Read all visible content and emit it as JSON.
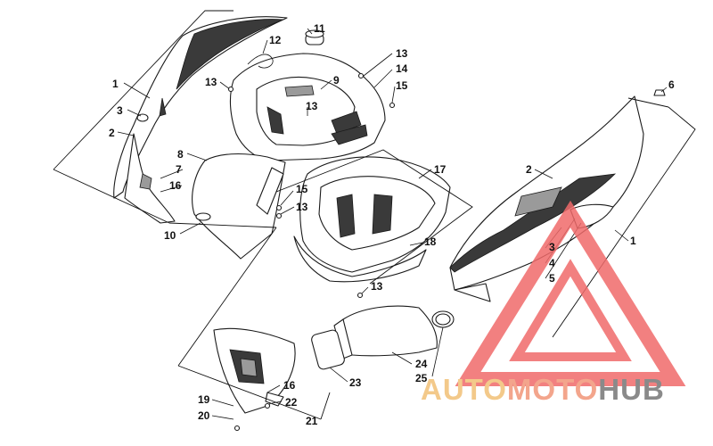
{
  "diagram": {
    "callouts": [
      {
        "id": "c1a",
        "text": "1"
      },
      {
        "id": "c3a",
        "text": "3"
      },
      {
        "id": "c2a",
        "text": "2"
      },
      {
        "id": "c8",
        "text": "8"
      },
      {
        "id": "c7",
        "text": "7"
      },
      {
        "id": "c16a",
        "text": "16"
      },
      {
        "id": "c10",
        "text": "10"
      },
      {
        "id": "c13a",
        "text": "13"
      },
      {
        "id": "c12",
        "text": "12"
      },
      {
        "id": "c11",
        "text": "11"
      },
      {
        "id": "c9",
        "text": "9"
      },
      {
        "id": "c13b",
        "text": "13"
      },
      {
        "id": "c13c",
        "text": "13"
      },
      {
        "id": "c14",
        "text": "14"
      },
      {
        "id": "c15a",
        "text": "15"
      },
      {
        "id": "c15b",
        "text": "15"
      },
      {
        "id": "c13d",
        "text": "13"
      },
      {
        "id": "c17",
        "text": "17"
      },
      {
        "id": "c18",
        "text": "18"
      },
      {
        "id": "c13e",
        "text": "13"
      },
      {
        "id": "c6",
        "text": "6"
      },
      {
        "id": "c2b",
        "text": "2"
      },
      {
        "id": "c1b",
        "text": "1"
      },
      {
        "id": "c3b",
        "text": "3"
      },
      {
        "id": "c4",
        "text": "4"
      },
      {
        "id": "c5",
        "text": "5"
      },
      {
        "id": "c23",
        "text": "23"
      },
      {
        "id": "c24",
        "text": "24"
      },
      {
        "id": "c25",
        "text": "25"
      },
      {
        "id": "c16b",
        "text": "16"
      },
      {
        "id": "c22",
        "text": "22"
      },
      {
        "id": "c19",
        "text": "19"
      },
      {
        "id": "c20",
        "text": "20"
      },
      {
        "id": "c21",
        "text": "21"
      }
    ]
  },
  "watermark": {
    "part1": "AUTO",
    "part2": "MOTO",
    "part3": "HUB",
    "colors": {
      "auto": "#f3c98a",
      "moto": "#f3a58c",
      "hub": "#8a8a8a",
      "triangle": "#f06a6a"
    }
  }
}
